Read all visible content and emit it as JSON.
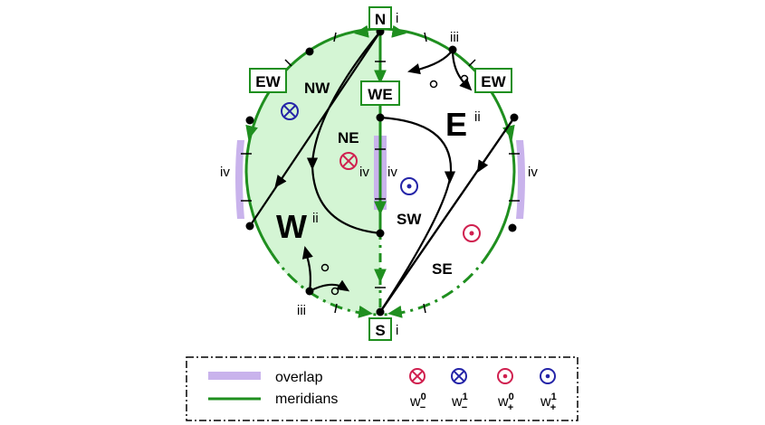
{
  "poles": {
    "north": "N",
    "south": "S",
    "north_index": "i",
    "south_index": "i"
  },
  "boxes": {
    "ew_left": "EW",
    "ew_right": "EW",
    "we_center": "WE"
  },
  "regions": {
    "nw": "NW",
    "ne": "NE",
    "sw": "SW",
    "se": "SE",
    "w": "W",
    "w_index": "ii",
    "e": "E",
    "e_index": "ii"
  },
  "points": {
    "iii_top": "iii",
    "iii_bottom": "iii",
    "iv_left": "iv",
    "iv_center_left": "iv",
    "iv_center_right": "iv",
    "iv_right": "iv"
  },
  "legend": {
    "overlap": "overlap",
    "meridians": "meridians",
    "symbols": [
      {
        "base": "w",
        "sup": "0",
        "sub": "−",
        "kind": "cross",
        "color": "#d0204f"
      },
      {
        "base": "w",
        "sup": "1",
        "sub": "−",
        "kind": "cross",
        "color": "#2424a8"
      },
      {
        "base": "w",
        "sup": "0",
        "sub": "+",
        "kind": "dot",
        "color": "#d0204f"
      },
      {
        "base": "w",
        "sup": "1",
        "sub": "+",
        "kind": "dot",
        "color": "#2424a8"
      }
    ]
  },
  "colors": {
    "green": "#1f8f1f",
    "shade": "#d4f5d4",
    "overlap": "#c9b3ec",
    "red": "#d0204f",
    "blue": "#2424a8"
  }
}
